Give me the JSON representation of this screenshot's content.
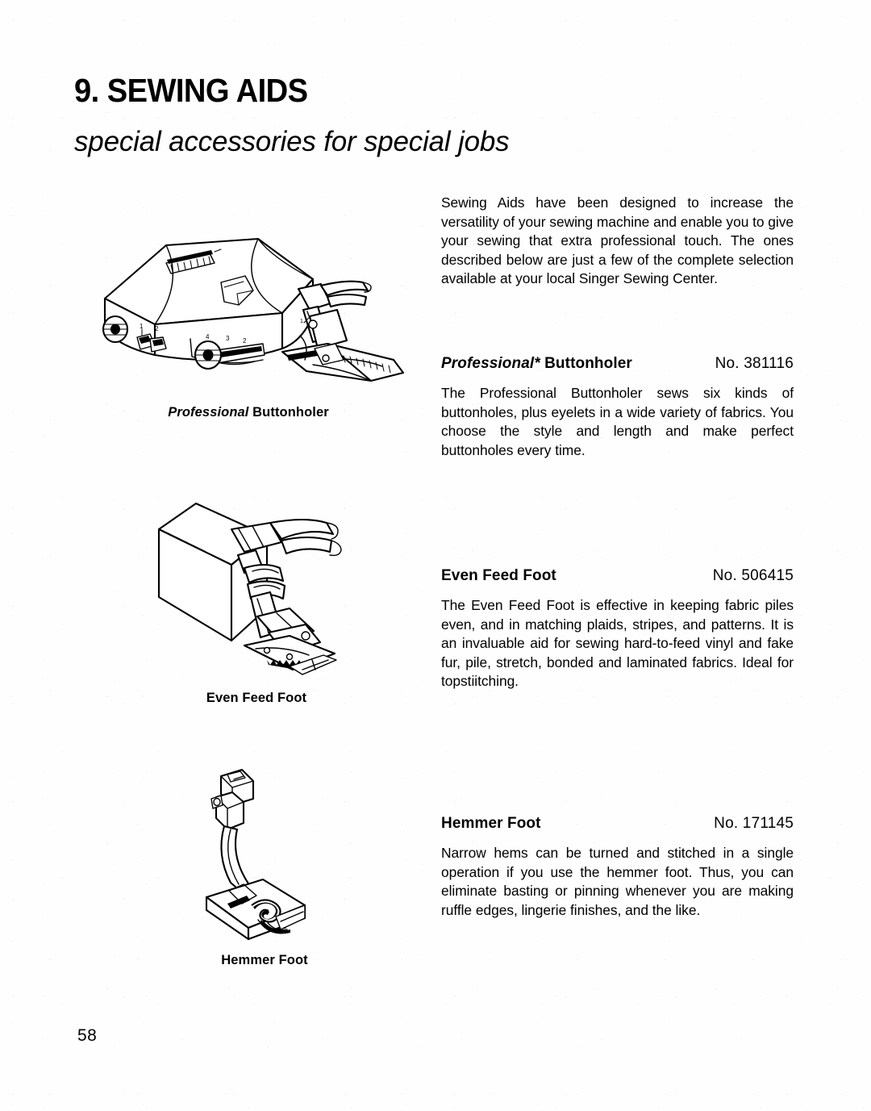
{
  "header": {
    "chapter_title": "9. SEWING AIDS",
    "subtitle": "special accessories for special jobs"
  },
  "intro": {
    "text": "Sewing Aids have been designed to increase the versatility of your sewing machine and enable you to give your sewing that extra professional touch. The ones described below are just a few of the complete selection available at your local Singer Sewing Center."
  },
  "sections": [
    {
      "heading_italic": "Professional*",
      "heading_rest": " Buttonholer",
      "part_number": "No. 381116",
      "body": "The Professional Buttonholer sews six kinds of buttonholes, plus eyelets in a wide variety of fabrics. You choose the style and length and make perfect buttonholes every time."
    },
    {
      "heading_italic": "",
      "heading_rest": "Even Feed Foot",
      "part_number": "No. 506415",
      "body": "The Even Feed Foot is effective in keeping fabric piles even, and in matching plaids, stripes, and patterns. It is an invaluable aid for sewing hard-to-feed vinyl and fake fur, pile, stretch, bonded and laminated fabrics. Ideal for topstiitching."
    },
    {
      "heading_italic": "",
      "heading_rest": "Hemmer Foot",
      "part_number": "No. 171145",
      "body": "Narrow hems can be turned and stitched in a single operation if you use the hemmer foot. Thus, you can eliminate basting or pinning whenever you are making ruffle edges, lingerie finishes, and the like."
    }
  ],
  "figures": [
    {
      "name": "professional-buttonholer-illustration",
      "caption_italic": "Professional",
      "caption_rest": " Buttonholer",
      "dial_labels": [
        "1",
        "2",
        "3",
        "4",
        "3",
        "2"
      ]
    },
    {
      "name": "even-feed-foot-illustration",
      "caption_italic": "",
      "caption_rest": "Even Feed Foot",
      "dial_labels": []
    },
    {
      "name": "hemmer-foot-illustration",
      "caption_italic": "",
      "caption_rest": "Hemmer Foot",
      "dial_labels": []
    }
  ],
  "footer": {
    "page_number": "58"
  },
  "colors": {
    "ink": "#000000",
    "paper": "#fefefe"
  }
}
